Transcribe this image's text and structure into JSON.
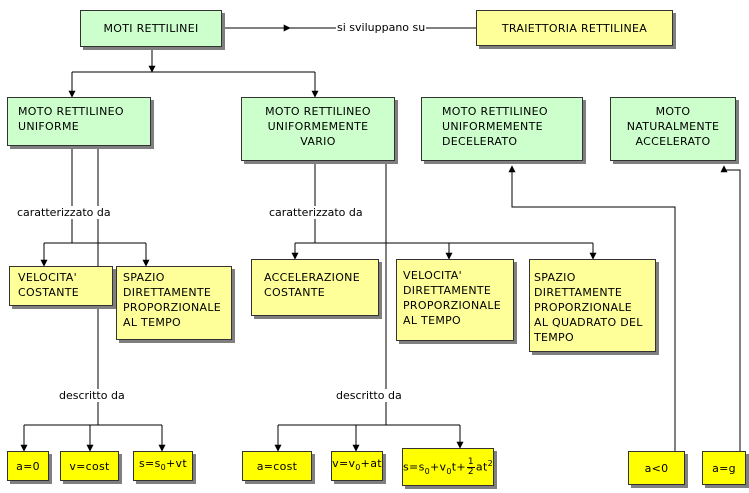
{
  "colors": {
    "green": "#ccffcc",
    "yellow": "#ffff99",
    "strong_yellow": "#ffff00",
    "line": "#000000"
  },
  "nodes": {
    "moti": "MOTI RETTILINEI",
    "traiettoria": "TRAIETTORIA RETTILINEA",
    "mru": "MOTO RETTILINEO\nUNIFORME",
    "mruv": "MOTO RETTILINEO\nUNIFORMEMENTE\nVARIO",
    "mrud": "MOTO RETTILINEO\nUNIFORMEMENTE\nDECELERATO",
    "mna": "MOTO\nNATURALMENTE\nACCELERATO",
    "vel_cost": "VELOCITA'\nCOSTANTE",
    "spazio_tempo": " SPAZIO\nDIRETTAMENTE\nPROPORZIONALE\n AL TEMPO",
    "acc_cost": "ACCELERAZIONE\nCOSTANTE",
    "vel_prop": "VELOCITA'\n DIRETTAMENTE\n PROPORZIONALE\n AL TEMPO",
    "spazio_quad": "SPAZIO\nDIRETTAMENTE\nPROPORZIONALE\nAL QUADRATO DEL\nTEMPO"
  },
  "labels": {
    "sviluppano": "si sviluppano su",
    "caratterizzato_1": "caratterizzato da",
    "caratterizzato_2": "caratterizzato da",
    "descritto_1": "descritto da",
    "descritto_2": "descritto da"
  },
  "formulas": {
    "a0": "a=0",
    "vcost": "v=cost",
    "s_mru": {
      "s": "s=s",
      "sub0": "0",
      "rest": "+vt"
    },
    "acost": "a=cost",
    "v_mruv": {
      "v": "v=v",
      "sub0": "0",
      "rest": "+at"
    },
    "s_mruv": {
      "s": "s=s",
      "sub0a": "0",
      "plus_v": "+v",
      "sub0b": "0",
      "t": "t+",
      "num": "1",
      "den": "2",
      "at": "at",
      "sup2": "2"
    },
    "aneg": "a<0",
    "ag": "a=g"
  }
}
